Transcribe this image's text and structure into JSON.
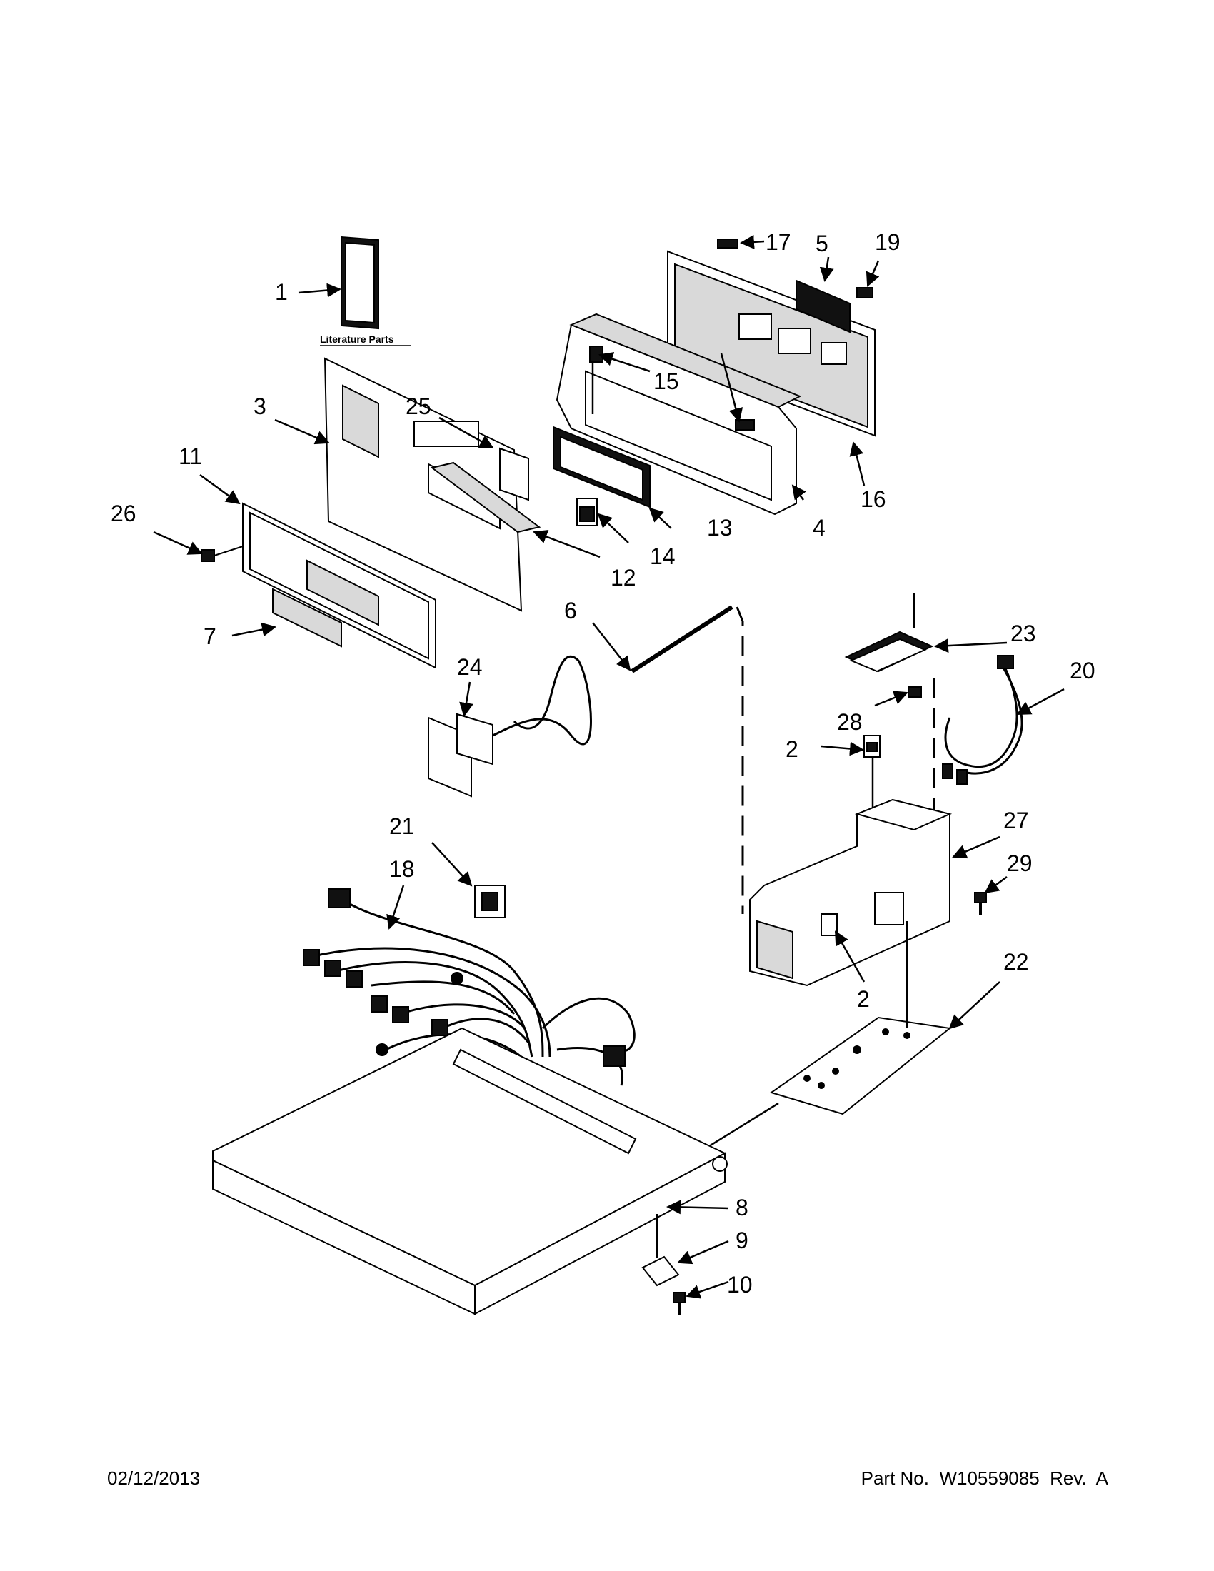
{
  "diagram": {
    "literature_label": "Literature Parts",
    "callouts": {
      "c1": "1",
      "c2a": "2",
      "c2b": "2",
      "c3": "3",
      "c4": "4",
      "c5": "5",
      "c6": "6",
      "c7": "7",
      "c8": "8",
      "c9": "9",
      "c10": "10",
      "c11": "11",
      "c12": "12",
      "c13": "13",
      "c14": "14",
      "c15": "15",
      "c16": "16",
      "c17": "17",
      "c18": "18",
      "c19": "19",
      "c20": "20",
      "c21": "21",
      "c22": "22",
      "c23": "23",
      "c24": "24",
      "c25": "25",
      "c26": "26",
      "c27": "27",
      "c28": "28",
      "c29": "29"
    }
  },
  "footer": {
    "date": "02/12/2013",
    "part_number": "Part No.  W10559085  Rev.  A"
  }
}
